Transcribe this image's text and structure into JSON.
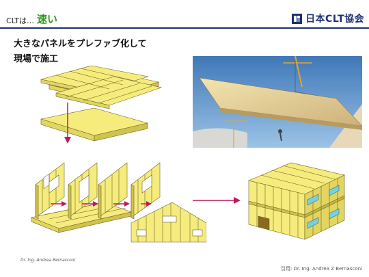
{
  "header": {
    "title_prefix": "CLTは…",
    "title_main": "速い",
    "logo_text": "日本CLT協会",
    "logo_icon": "clt-logo-icon"
  },
  "lead": {
    "line1": "大きなパネルをプレファブ化して",
    "line2": "現場で施工"
  },
  "colors": {
    "panel_yellow": "#f6ec7e",
    "panel_edge": "#6b6320",
    "arrow": "#c0185a",
    "title_green": "#2e9a1c",
    "rule_blue": "#1e2f73",
    "window_blue": "#6ed2ea",
    "door_brown": "#8a6a1c"
  },
  "figures": {
    "photo": "crane-lifting-clt-panel-photo",
    "stack": "stacked-boards-illustration",
    "panel": "finished-clt-panel-illustration",
    "walls": "wall-panel-assembly-illustration",
    "building": "completed-clt-building-illustration"
  },
  "credits": {
    "small": "Dr. Ing. Andrea Bernasconi",
    "right": "引用: Dr. Ing. Andrea Z Bernasconi"
  }
}
